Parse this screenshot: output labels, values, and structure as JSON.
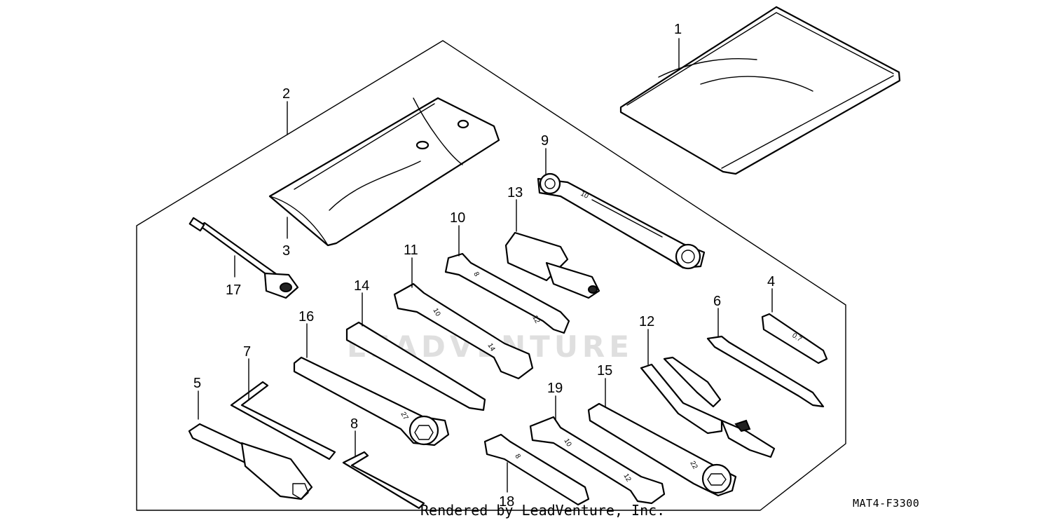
{
  "diagram": {
    "callouts": [
      "1",
      "2",
      "3",
      "4",
      "5",
      "6",
      "7",
      "8",
      "9",
      "10",
      "11",
      "12",
      "13",
      "14",
      "15",
      "16",
      "17",
      "18",
      "19"
    ],
    "size_stamps": {
      "wrench_9": "10",
      "wrench_10a": "8",
      "wrench_10b": "12",
      "wrench_11a": "10",
      "wrench_11b": "14",
      "wrench_16": "27",
      "gauge_4": "0.7",
      "wrench_18": "8",
      "wrench_19a": "10",
      "wrench_19b": "12",
      "wrench_15": "22"
    }
  },
  "footer": {
    "rendered_by": "Rendered by LeadVenture, Inc.",
    "diagram_code": "MAT4-F3300"
  },
  "watermark": {
    "text": "LEADVENTURE"
  }
}
